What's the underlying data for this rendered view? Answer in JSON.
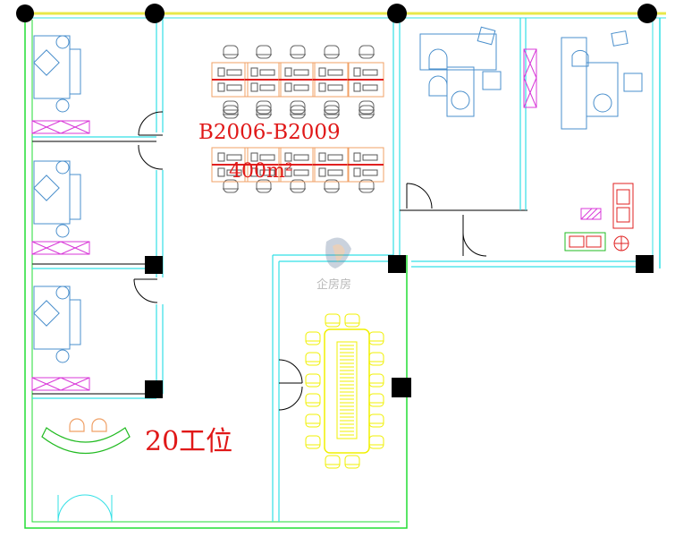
{
  "plan": {
    "unit_label": "B2006-B2009",
    "area_label": "400m²",
    "workstation_label": "20工位",
    "watermark_text": "企房房"
  },
  "colors": {
    "wall": "#33e0e6",
    "outer_wall": "#22dd33",
    "top_wall": "#e8e84a",
    "column": "#000000",
    "label": "#e01818",
    "desk_orange": "#f0a066",
    "chair_gray": "#666666",
    "furniture_blue": "#4a8fcc",
    "cabinet_magenta": "#d838d8",
    "sofa_red": "#e02020",
    "sofa_green": "#22bb22",
    "conf_yellow": "#f0f000"
  }
}
